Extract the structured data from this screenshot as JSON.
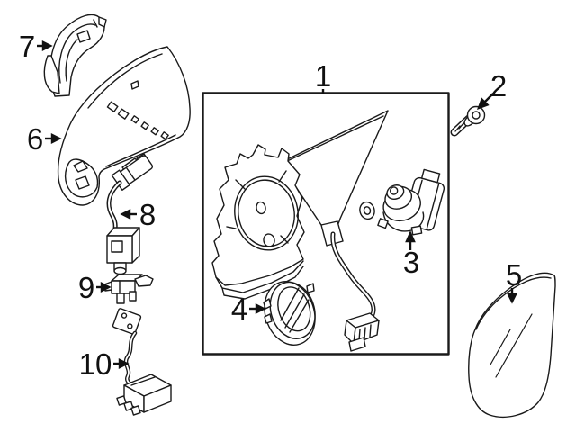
{
  "diagram": {
    "kind": "exploded-parts-diagram",
    "subject": "door-mirror-assembly",
    "background_color": "#ffffff",
    "line_color": "#1a1a1a",
    "callouts": [
      {
        "num": "1",
        "part": "mirror-assembly"
      },
      {
        "num": "2",
        "part": "mounting-screw"
      },
      {
        "num": "3",
        "part": "mirror-motor"
      },
      {
        "num": "4",
        "part": "motor-trim-ring"
      },
      {
        "num": "5",
        "part": "mirror-glass"
      },
      {
        "num": "6",
        "part": "mirror-housing-cover"
      },
      {
        "num": "7",
        "part": "housing-cap-bracket"
      },
      {
        "num": "8",
        "part": "wiring-pigtail"
      },
      {
        "num": "9",
        "part": "mounting-clip"
      },
      {
        "num": "10",
        "part": "harness-with-connector"
      }
    ]
  }
}
